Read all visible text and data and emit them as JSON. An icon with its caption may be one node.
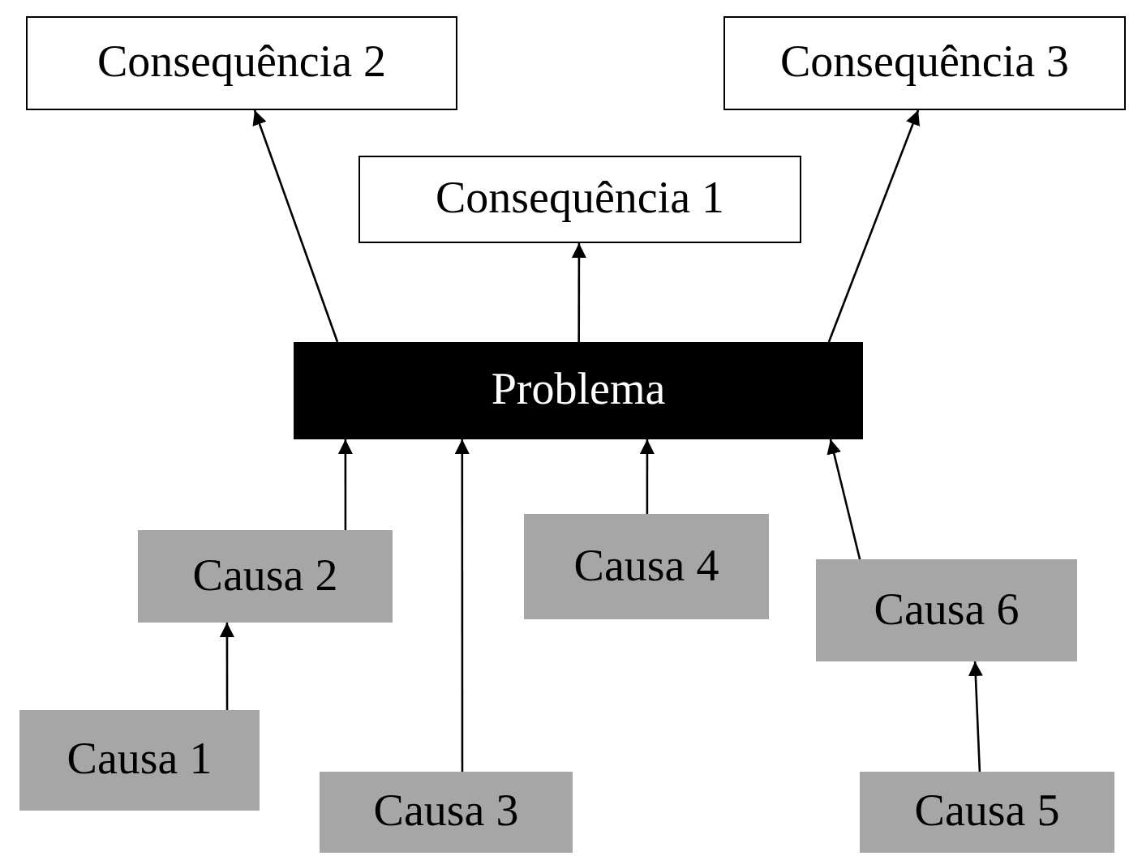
{
  "diagram": {
    "nodes": [
      {
        "text": [
          "Consequência 2"
        ]
      },
      {
        "text": [
          "Consequência 3"
        ]
      },
      {
        "text": [
          "Consequência 1"
        ]
      },
      {
        "text": [
          "Problema"
        ]
      },
      {
        "text": [
          "Causa 2"
        ]
      },
      {
        "text": [
          "Causa 4"
        ]
      },
      {
        "text": [
          "Causa 6"
        ]
      },
      {
        "text": [
          "Causa 1"
        ]
      },
      {
        "text": [
          "Causa 3"
        ]
      },
      {
        "text": [
          "Causa 5"
        ]
      }
    ],
    "edges": [
      {
        "from": 3,
        "to": 0,
        "arrow": "to"
      },
      {
        "from": 3,
        "to": 2,
        "arrow": "to"
      },
      {
        "from": 3,
        "to": 1,
        "arrow": "to"
      },
      {
        "from": 4,
        "to": 3,
        "arrow": "to"
      },
      {
        "from": 8,
        "to": 3,
        "arrow": "to"
      },
      {
        "from": 5,
        "to": 3,
        "arrow": "to"
      },
      {
        "from": 6,
        "to": 3,
        "arrow": "to"
      },
      {
        "from": 7,
        "to": 4,
        "arrow": "to"
      },
      {
        "from": 9,
        "to": 6,
        "arrow": "to"
      }
    ]
  }
}
